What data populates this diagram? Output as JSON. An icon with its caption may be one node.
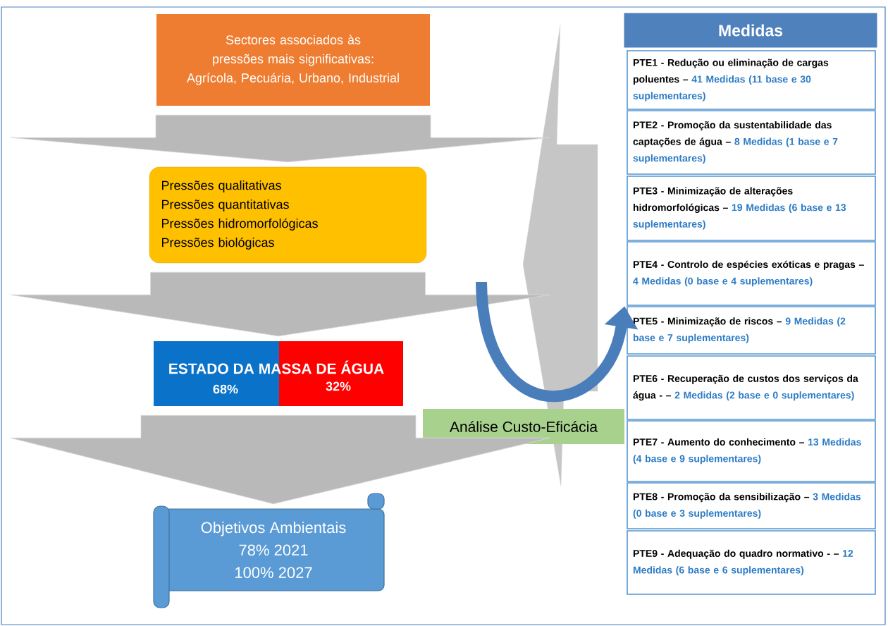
{
  "diagram": {
    "nodes": [
      {
        "text": [
          "Sectores associados às pressões mais significativas:",
          "Agrícola, Pecuária, Urbano, Industrial"
        ]
      },
      {
        "text": [
          "Pressões qualitativas",
          "Pressões quantitativas",
          "Pressões hidromorfológicas",
          "Pressões biológicas"
        ]
      },
      {
        "text": [
          "ESTADO DA MASSA DE ÁGUA",
          "68%",
          "32%"
        ]
      },
      {
        "text": [
          "Objetivos Ambientais",
          "78% 2021",
          "100% 2027"
        ]
      },
      {
        "text": [
          "Análise Custo-Eficácia"
        ]
      },
      {
        "text": [
          "Medidas"
        ]
      },
      {
        "text": [
          "PTE1 - Redução ou eliminação de cargas poluentes –",
          "41 Medidas (11 base e 30 suplementares)"
        ]
      },
      {
        "text": [
          "PTE2 - Promoção da sustentabilidade das captações de água –",
          "8 Medidas (1 base e 7 suplementares)"
        ]
      },
      {
        "text": [
          "PTE3 - Minimização de alterações hidromorfológicas –",
          "19 Medidas (6 base e 13 suplementares)"
        ]
      },
      {
        "text": [
          "PTE4 - Controlo de espécies exóticas e pragas –",
          "4 Medidas (0 base e 4 suplementares)"
        ]
      },
      {
        "text": [
          "PTE5 - Minimização de riscos –",
          "9 Medidas (2 base e 7 suplementares)"
        ]
      },
      {
        "text": [
          "PTE6 - Recuperação de custos dos serviços da água - –",
          "2 Medidas (2 base e 0 suplementares)"
        ]
      },
      {
        "text": [
          "PTE7 - Aumento do conhecimento –",
          "13 Medidas (4 base e 9 suplementares)"
        ]
      },
      {
        "text": [
          "PTE8 - Promoção da sensibilização –",
          "3 Medidas (0 base e 3 suplementares)"
        ]
      },
      {
        "text": [
          "PTE9 - Adequação do quadro normativo - –",
          "12 Medidas (6 base e 6 suplementares)"
        ]
      }
    ],
    "edges": [
      {
        "from": 0,
        "to": 1,
        "arrow": "to"
      },
      {
        "from": 1,
        "to": 2,
        "arrow": "to"
      },
      {
        "from": 2,
        "to": 3,
        "arrow": "to"
      },
      {
        "from": null,
        "to": 10,
        "arrow": "to"
      }
    ]
  }
}
